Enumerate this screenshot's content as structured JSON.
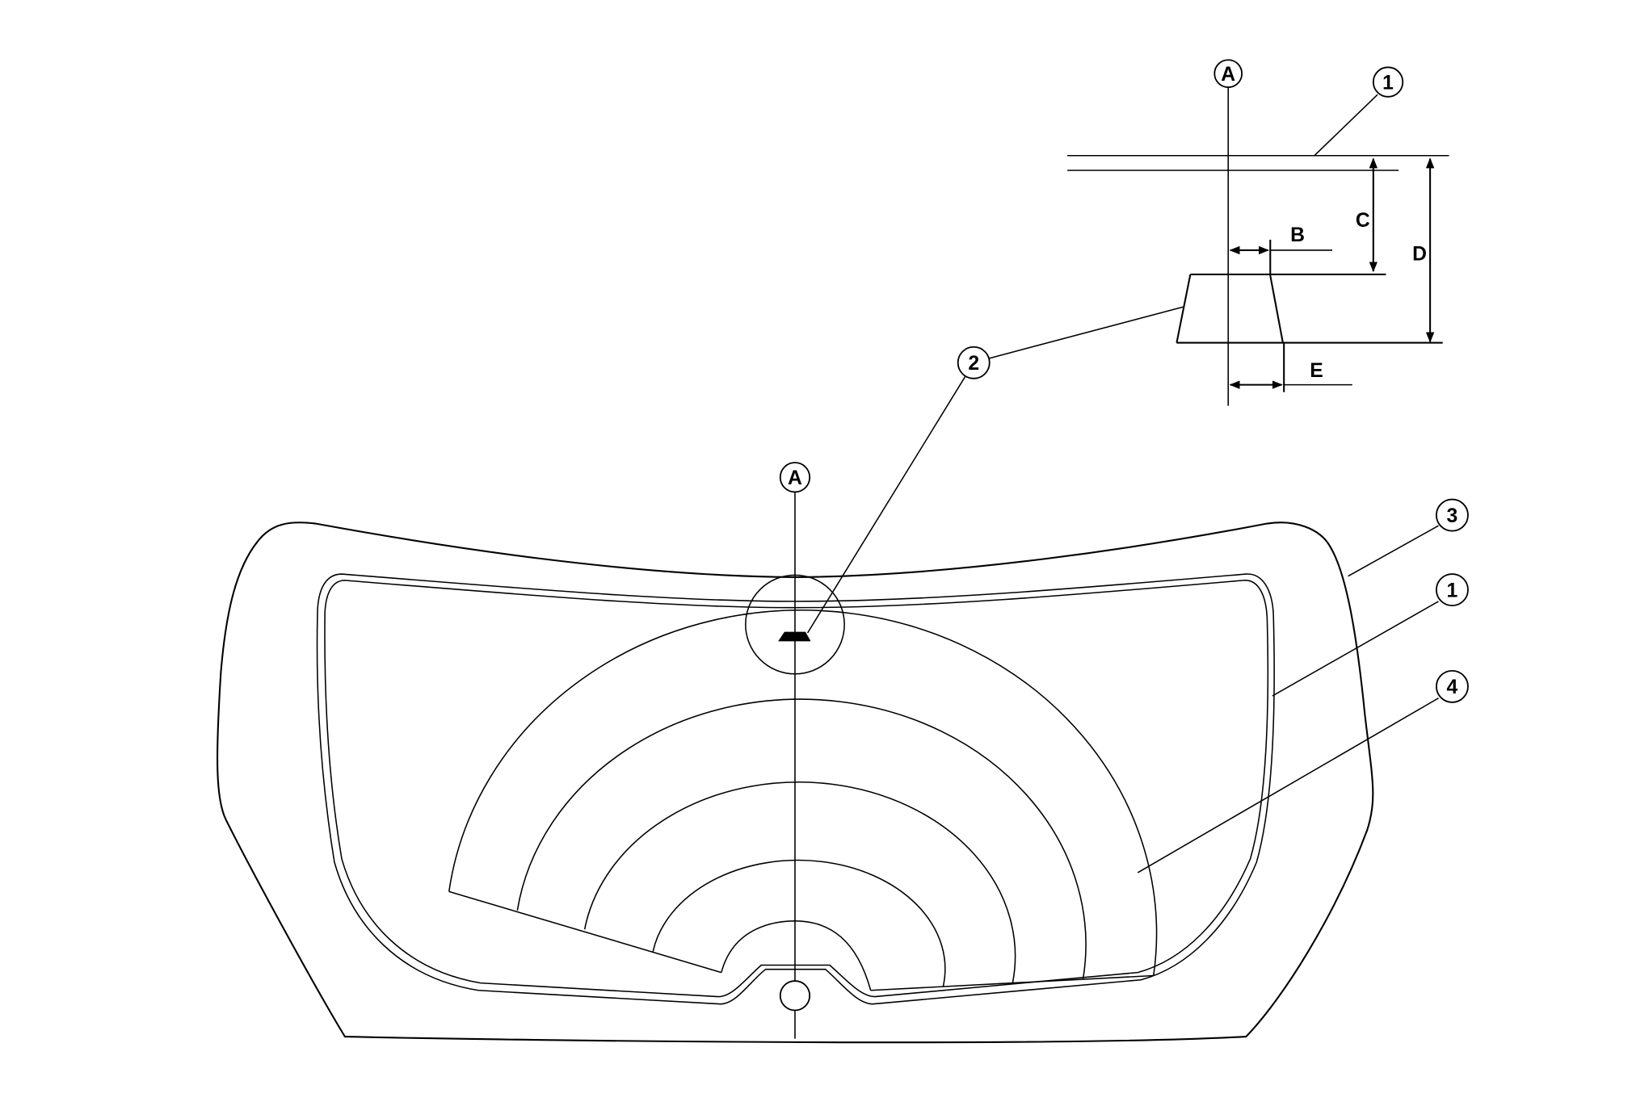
{
  "datum_labels": {
    "top": "A",
    "main": "A"
  },
  "dimension_labels": {
    "b": "B",
    "c": "C",
    "d": "D",
    "e": "E"
  },
  "callouts": {
    "detail_glass": "1",
    "spacer": "2",
    "back_door_panel": "3",
    "glass": "1",
    "heating_wire": "4"
  },
  "colors": {
    "line": "#000000",
    "background": "#ffffff"
  }
}
